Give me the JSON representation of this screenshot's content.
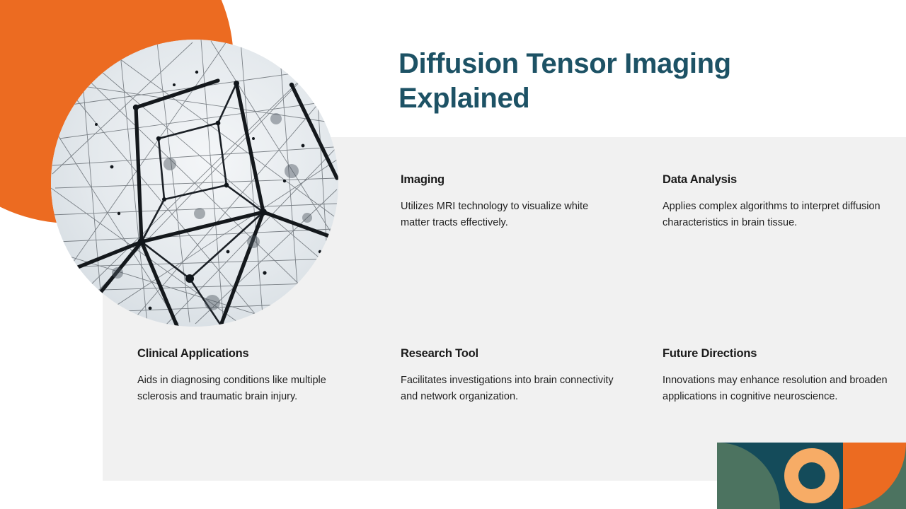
{
  "slide": {
    "title": "Diffusion Tensor Imaging Explained",
    "background_color": "#ffffff",
    "panel_color": "#f1f1f1",
    "accent_orange": "#ec6b21",
    "accent_teal": "#1d5265",
    "accent_sage": "#4c7360",
    "accent_light_orange": "#f7ac66"
  },
  "image": {
    "alt": "Abstract network mesh of connected nodes and lines representing neural tractography"
  },
  "columns": [
    {
      "heading": "Imaging",
      "body": "Utilizes MRI technology to visualize white matter tracts effectively."
    },
    {
      "heading": "Data Analysis",
      "body": "Applies complex algorithms to interpret diffusion characteristics in brain tissue."
    },
    {
      "heading": "Clinical Applications",
      "body": "Aids in diagnosing conditions like multiple sclerosis and traumatic brain injury."
    },
    {
      "heading": "Research Tool",
      "body": "Facilitates investigations into brain connectivity and network organization."
    },
    {
      "heading": "Future Directions",
      "body": "Innovations may enhance resolution and broaden applications in cognitive neuroscience."
    }
  ]
}
